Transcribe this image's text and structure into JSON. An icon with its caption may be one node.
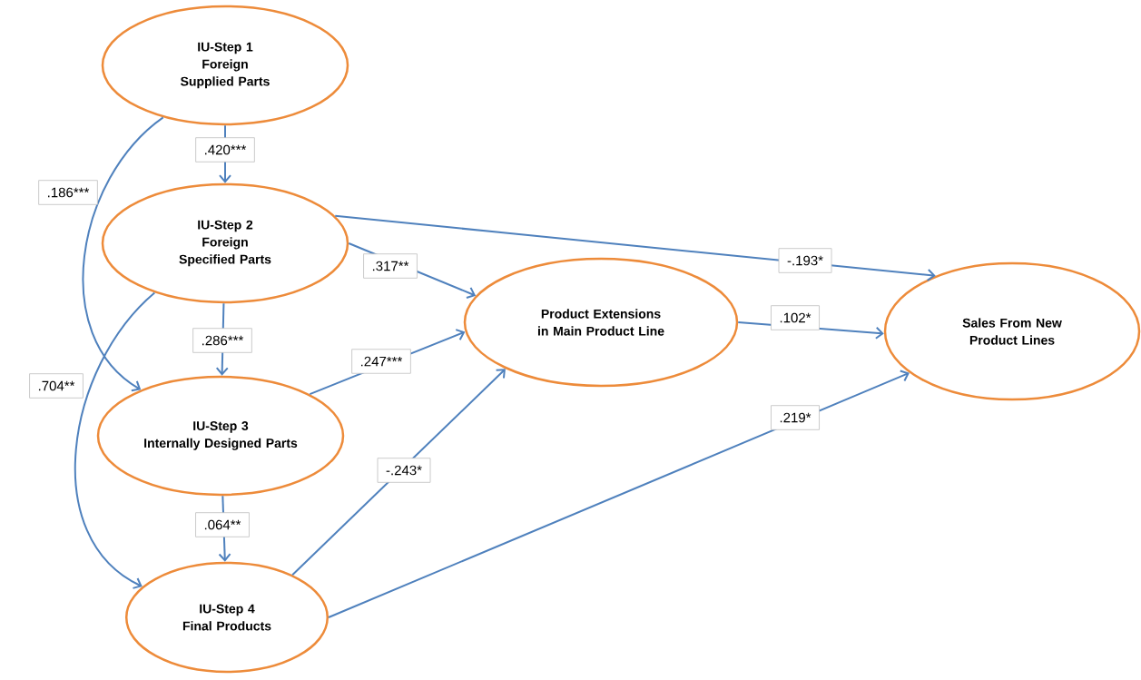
{
  "diagram": {
    "nodes": [
      {
        "text": [
          "IU-Step 1",
          "Foreign Supplied Parts"
        ]
      },
      {
        "text": [
          "IU-Step 2",
          "Foreign Specified Parts"
        ]
      },
      {
        "text": [
          "IU-Step 3",
          "Internally Designed Parts"
        ]
      },
      {
        "text": [
          "IU-Step 4",
          "Final Products"
        ]
      },
      {
        "text": [
          "Product Extensions in Main Product Line"
        ]
      },
      {
        "text": [
          "Sales From New Product Lines"
        ]
      }
    ],
    "edges": [
      {
        "from": 0,
        "to": 1,
        "arrow": "to",
        "label": ".420***"
      },
      {
        "from": 0,
        "to": 2,
        "arrow": "to",
        "label": ".186***"
      },
      {
        "from": 1,
        "to": 2,
        "arrow": "to",
        "label": ".286***"
      },
      {
        "from": 1,
        "to": 3,
        "arrow": "to",
        "label": ".704**"
      },
      {
        "from": 2,
        "to": 3,
        "arrow": "to",
        "label": ".064**"
      },
      {
        "from": 1,
        "to": 5,
        "arrow": "to",
        "label": "-.193*"
      },
      {
        "from": 1,
        "to": 4,
        "arrow": "to",
        "label": ".317**"
      },
      {
        "from": 2,
        "to": 4,
        "arrow": "to",
        "label": ".247***"
      },
      {
        "from": 3,
        "to": 4,
        "arrow": "to",
        "label": "-.243*"
      },
      {
        "from": 4,
        "to": 5,
        "arrow": "to",
        "label": ".102*"
      },
      {
        "from": 3,
        "to": 5,
        "arrow": "to",
        "label": ".219*"
      }
    ]
  }
}
